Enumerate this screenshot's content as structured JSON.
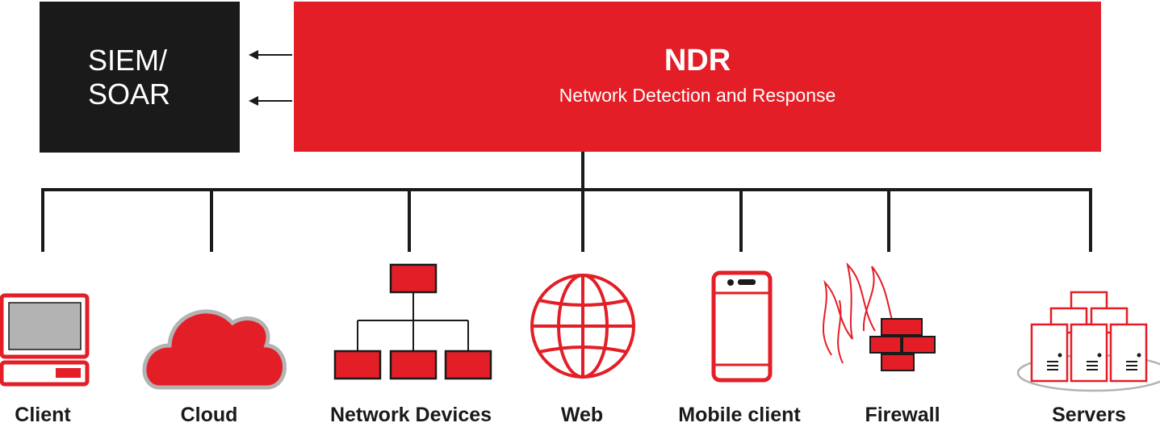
{
  "colors": {
    "accent": "#e31e26",
    "dark": "#1a1a1a",
    "gray": "#b3b3b3"
  },
  "siem": {
    "line1": "SIEM/",
    "line2": "SOAR"
  },
  "ndr": {
    "title": "NDR",
    "subtitle": "Network Detection and Response"
  },
  "nodes": [
    {
      "label": "Client",
      "icon": "laptop-icon"
    },
    {
      "label": "Cloud",
      "icon": "cloud-icon"
    },
    {
      "label": "Network Devices",
      "icon": "network-hierarchy-icon"
    },
    {
      "label": "Web",
      "icon": "globe-icon"
    },
    {
      "label": "Mobile client",
      "icon": "mobile-phone-icon"
    },
    {
      "label": "Firewall",
      "icon": "firewall-icon"
    },
    {
      "label": "Servers",
      "icon": "servers-icon"
    }
  ]
}
